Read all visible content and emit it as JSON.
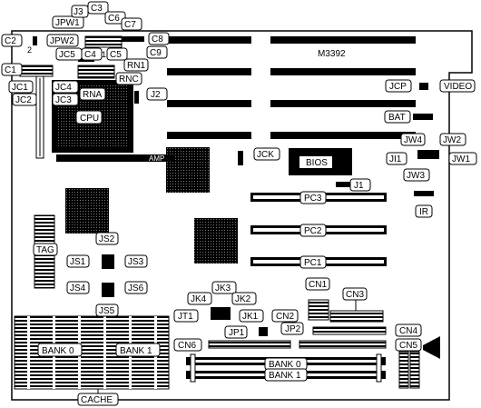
{
  "board_model": "M3392",
  "chips": {
    "cpu": "CPU",
    "bios": "BIOS",
    "amp": "AMP"
  },
  "slots": {
    "pc1": "PC1",
    "pc2": "PC2",
    "pc3": "PC3"
  },
  "memory": {
    "bank0_left": "BANK 0",
    "bank1_left": "BANK 1",
    "bank0_right": "BANK 0",
    "bank1_right": "BANK 1",
    "cache": "CACHE",
    "tag": "TAG"
  },
  "connectors": {
    "c1": "C1",
    "c2": "C2",
    "c3": "C3",
    "c4": "C4",
    "c5": "C5",
    "c6": "C6",
    "c7": "C7",
    "c8": "C8",
    "c9": "C9",
    "j1": "J1",
    "j2": "J2",
    "j3": "J3",
    "jc1": "JC1",
    "jc2": "JC2",
    "jc3": "JC3",
    "jc4": "JC4",
    "jc5": "JC5",
    "jpw1": "JPW1",
    "jpw2": "JPW2",
    "rn1": "RN1",
    "rna": "RNA",
    "rnc": "RNC",
    "jcp": "JCP",
    "video": "VIDEO",
    "bat": "BAT",
    "jw1": "JW1",
    "jw2": "JW2",
    "jw3": "JW3",
    "jw4": "JW4",
    "ji1": "JI1",
    "ir": "IR",
    "jck": "JCK",
    "js1": "JS1",
    "js2": "JS2",
    "js3": "JS3",
    "js4": "JS4",
    "js5": "JS5",
    "js6": "JS6",
    "jk1": "JK1",
    "jk2": "JK2",
    "jk3": "JK3",
    "jk4": "JK4",
    "jt1": "JT1",
    "jp1": "JP1",
    "jp2": "JP2",
    "cn1": "CN1",
    "cn2": "CN2",
    "cn3": "CN3",
    "cn4": "CN4",
    "cn5": "CN5",
    "cn6": "CN6",
    "pin_2": "2",
    "pin_1": "1"
  }
}
